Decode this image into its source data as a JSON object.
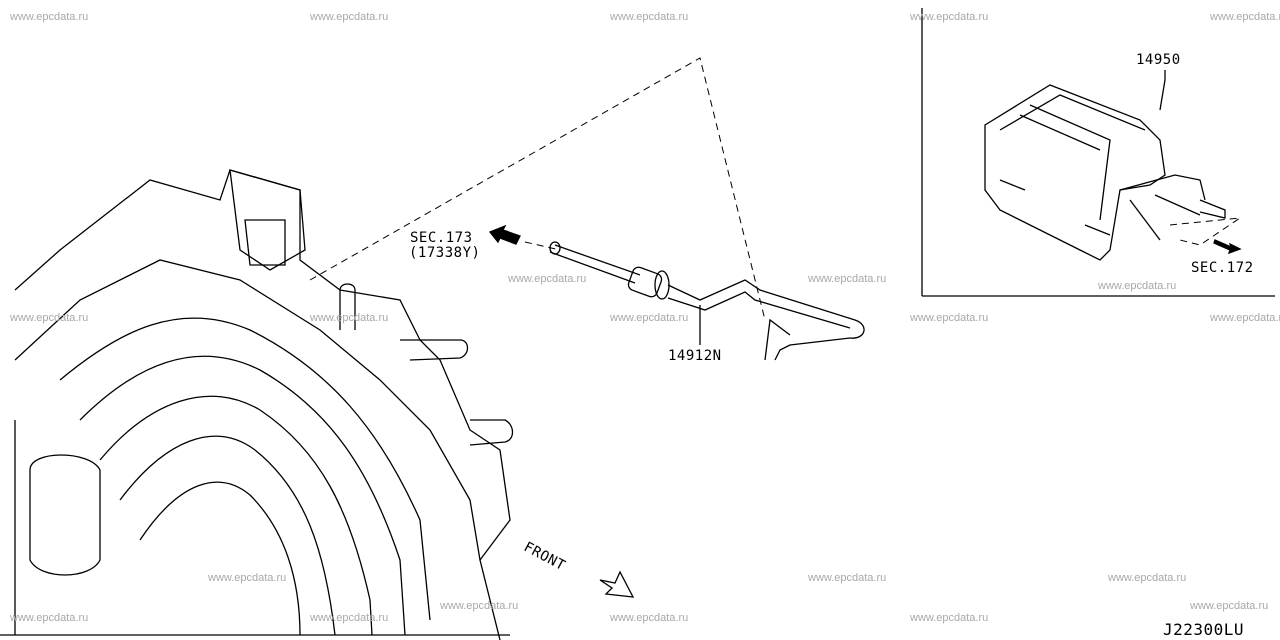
{
  "watermark": "www.epcdata.ru",
  "labels": {
    "sec173": "SEC.173",
    "sec173_ref": "(17338Y)",
    "part_hose": "14912N",
    "part_canister": "14950",
    "sec172": "SEC.172",
    "front": "FRONT",
    "diagram_code": "J22300LU"
  }
}
